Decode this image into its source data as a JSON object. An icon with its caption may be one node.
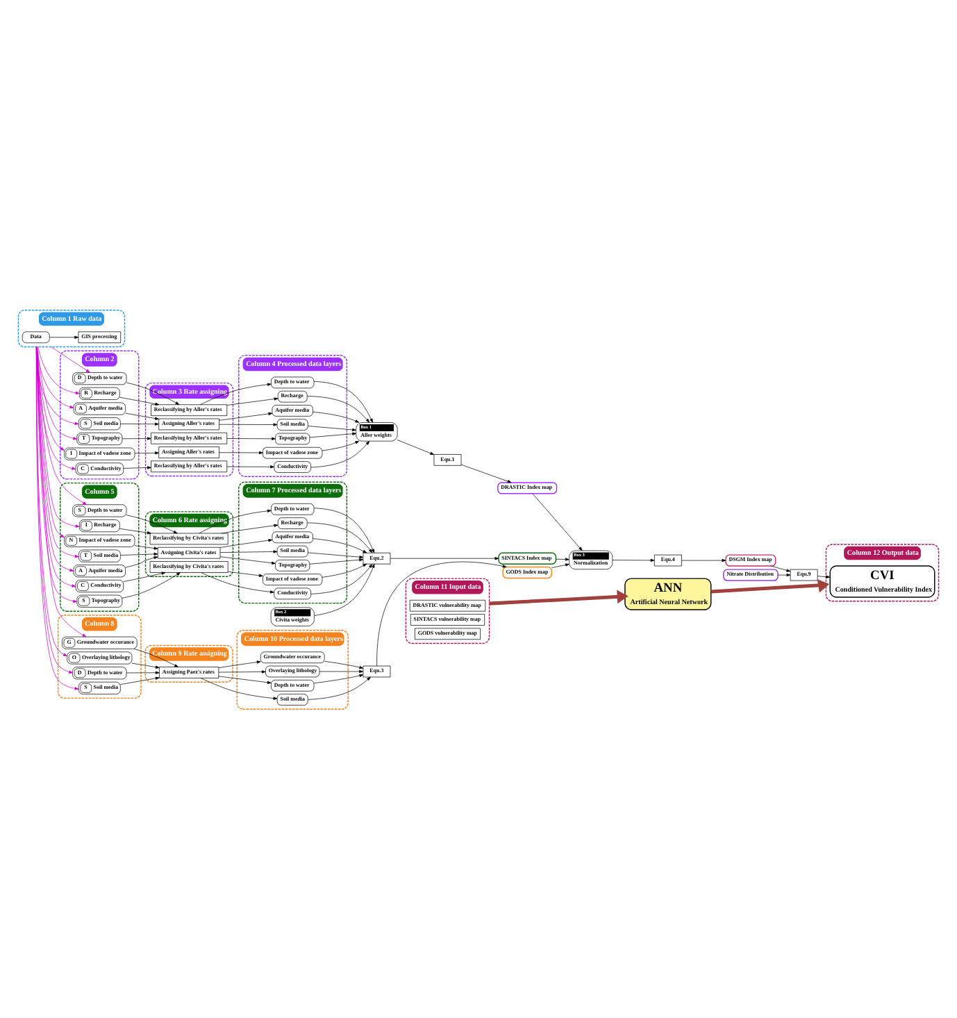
{
  "diagram": {
    "nodes": [
      {
        "text": [
          "Column 1 Raw data"
        ]
      },
      {
        "text": [
          "Data"
        ],
        "in": 0
      },
      {
        "text": [
          "GIS processing"
        ],
        "in": 0
      },
      {
        "text": [
          "Column 2"
        ]
      },
      {
        "text": [
          "D",
          "Depth to water"
        ],
        "in": 3
      },
      {
        "text": [
          "R",
          "Recharge"
        ],
        "in": 3
      },
      {
        "text": [
          "A",
          "Aquifer media"
        ],
        "in": 3
      },
      {
        "text": [
          "S",
          "Soil media"
        ],
        "in": 3
      },
      {
        "text": [
          "T",
          "Topography"
        ],
        "in": 3
      },
      {
        "text": [
          "I",
          "Impact of vadose zone"
        ],
        "in": 3
      },
      {
        "text": [
          "C",
          "Conductivity"
        ],
        "in": 3
      },
      {
        "text": [
          "Column 3 Rate assigning"
        ]
      },
      {
        "text": [
          "Reclassifying by Aller's rates"
        ],
        "in": 11
      },
      {
        "text": [
          "Assigning Aller's rates"
        ],
        "in": 11
      },
      {
        "text": [
          "Reclassifying by Aller's rates"
        ],
        "in": 11
      },
      {
        "text": [
          "Assigning Aller's rates"
        ],
        "in": 11
      },
      {
        "text": [
          "Reclassifying by Aller's rates"
        ],
        "in": 11
      },
      {
        "text": [
          "Column 4 Processed data layers"
        ]
      },
      {
        "text": [
          "Depth to water"
        ],
        "in": 17
      },
      {
        "text": [
          "Recharge"
        ],
        "in": 17
      },
      {
        "text": [
          "Aquifer media"
        ],
        "in": 17
      },
      {
        "text": [
          "Soil media"
        ],
        "in": 17
      },
      {
        "text": [
          "Topography"
        ],
        "in": 17
      },
      {
        "text": [
          "Impact of vadose zone"
        ],
        "in": 17
      },
      {
        "text": [
          "Conductivity"
        ],
        "in": 17
      },
      {
        "text": [
          "Box 1",
          "Aller weights"
        ]
      },
      {
        "text": [
          "Equ.1"
        ]
      },
      {
        "text": [
          "DRASTIC Index map"
        ]
      },
      {
        "text": [
          "Column 5"
        ]
      },
      {
        "text": [
          "S",
          "Depth to water"
        ],
        "in": 28
      },
      {
        "text": [
          "I",
          "Recharge"
        ],
        "in": 28
      },
      {
        "text": [
          "N",
          "Impact of vadose zone"
        ],
        "in": 28
      },
      {
        "text": [
          "T",
          "Soil media"
        ],
        "in": 28
      },
      {
        "text": [
          "A",
          "Aquifer media"
        ],
        "in": 28
      },
      {
        "text": [
          "C",
          "Conductivity"
        ],
        "in": 28
      },
      {
        "text": [
          "S",
          "Topography"
        ],
        "in": 28
      },
      {
        "text": [
          "Column 6 Rate assigning"
        ]
      },
      {
        "text": [
          "Reclassifying by Civita's rates"
        ],
        "in": 36
      },
      {
        "text": [
          "Assigning Civita's rates"
        ],
        "in": 36
      },
      {
        "text": [
          "Reclassifying by Civita's rates"
        ],
        "in": 36
      },
      {
        "text": [
          "Column 7 Processed data layers"
        ]
      },
      {
        "text": [
          "Depth to water"
        ],
        "in": 40
      },
      {
        "text": [
          "Recharge"
        ],
        "in": 40
      },
      {
        "text": [
          "Aquifer media"
        ],
        "in": 40
      },
      {
        "text": [
          "Soil media"
        ],
        "in": 40
      },
      {
        "text": [
          "Topography"
        ],
        "in": 40
      },
      {
        "text": [
          "Impact of vadose zone"
        ],
        "in": 40
      },
      {
        "text": [
          "Conductivity"
        ],
        "in": 40
      },
      {
        "text": [
          "Box 2",
          "Civita weights"
        ]
      },
      {
        "text": [
          "Equ.2"
        ]
      },
      {
        "text": [
          "SINTACS Index map"
        ]
      },
      {
        "text": [
          "Box 3",
          "Normalization"
        ]
      },
      {
        "text": [
          "Equ.4"
        ]
      },
      {
        "text": [
          "DSGM Index map"
        ]
      },
      {
        "text": [
          "Nitrate Distribution"
        ]
      },
      {
        "text": [
          "Equ.9"
        ]
      },
      {
        "text": [
          "Column 8"
        ]
      },
      {
        "text": [
          "G",
          "Groundwater occurance"
        ],
        "in": 56
      },
      {
        "text": [
          "O",
          "Overlaying lithology"
        ],
        "in": 56
      },
      {
        "text": [
          "D",
          "Depth to water"
        ],
        "in": 56
      },
      {
        "text": [
          "S",
          "Soil media"
        ],
        "in": 56
      },
      {
        "text": [
          "Column 9 Rate assigning"
        ]
      },
      {
        "text": [
          "Assigning Paez's rates"
        ],
        "in": 61
      },
      {
        "text": [
          "Column 10 Processed data layers"
        ]
      },
      {
        "text": [
          "Groundwater occurance"
        ],
        "in": 63
      },
      {
        "text": [
          "Overlaying lithology"
        ],
        "in": 63
      },
      {
        "text": [
          "Depth to water"
        ],
        "in": 63
      },
      {
        "text": [
          "Soil media"
        ],
        "in": 63
      },
      {
        "text": [
          "Equ.3"
        ]
      },
      {
        "text": [
          "GODS Index map"
        ]
      },
      {
        "text": [
          "Column 11 Input data"
        ]
      },
      {
        "text": [
          "DRASTIC vulnerability map"
        ],
        "in": 70
      },
      {
        "text": [
          "SINTACS vulnerability map"
        ],
        "in": 70
      },
      {
        "text": [
          "GODS vulnerability map"
        ],
        "in": 70
      },
      {
        "text": [
          "ANN",
          "Artificial Neural Network"
        ]
      },
      {
        "text": [
          "Column 12 Output data"
        ]
      },
      {
        "text": [
          "CVI",
          "Conditioned Vulnerability Index"
        ],
        "in": 75
      }
    ],
    "edges": [
      {
        "from": 1,
        "to": 2,
        "arrow": "to"
      },
      {
        "from": 0,
        "to": 4,
        "arrow": "to",
        "color": "#cc00cc"
      },
      {
        "from": 0,
        "to": 5,
        "arrow": "to",
        "color": "#cc00cc"
      },
      {
        "from": 0,
        "to": 6,
        "arrow": "to",
        "color": "#cc00cc"
      },
      {
        "from": 0,
        "to": 7,
        "arrow": "to",
        "color": "#cc00cc"
      },
      {
        "from": 0,
        "to": 8,
        "arrow": "to",
        "color": "#cc00cc"
      },
      {
        "from": 0,
        "to": 9,
        "arrow": "to",
        "color": "#cc00cc"
      },
      {
        "from": 0,
        "to": 10,
        "arrow": "to",
        "color": "#cc00cc"
      },
      {
        "from": 0,
        "to": 29,
        "arrow": "to",
        "color": "#cc00cc"
      },
      {
        "from": 0,
        "to": 30,
        "arrow": "to",
        "color": "#cc00cc"
      },
      {
        "from": 0,
        "to": 31,
        "arrow": "to",
        "color": "#cc00cc"
      },
      {
        "from": 0,
        "to": 32,
        "arrow": "to",
        "color": "#cc00cc"
      },
      {
        "from": 0,
        "to": 33,
        "arrow": "to",
        "color": "#cc00cc"
      },
      {
        "from": 0,
        "to": 34,
        "arrow": "to",
        "color": "#cc00cc"
      },
      {
        "from": 0,
        "to": 35,
        "arrow": "to",
        "color": "#cc00cc"
      },
      {
        "from": 0,
        "to": 57,
        "arrow": "to",
        "color": "#cc00cc"
      },
      {
        "from": 0,
        "to": 58,
        "arrow": "to",
        "color": "#cc00cc"
      },
      {
        "from": 0,
        "to": 59,
        "arrow": "to",
        "color": "#cc00cc"
      },
      {
        "from": 0,
        "to": 60,
        "arrow": "to",
        "color": "#cc00cc"
      },
      {
        "from": 4,
        "to": 12,
        "arrow": "to"
      },
      {
        "from": 5,
        "to": 12,
        "arrow": "to"
      },
      {
        "from": 6,
        "to": 13,
        "arrow": "to"
      },
      {
        "from": 7,
        "to": 13,
        "arrow": "to"
      },
      {
        "from": 8,
        "to": 14,
        "arrow": "to"
      },
      {
        "from": 9,
        "to": 15,
        "arrow": "to"
      },
      {
        "from": 10,
        "to": 16,
        "arrow": "to"
      },
      {
        "from": 12,
        "to": 18,
        "arrow": "to"
      },
      {
        "from": 12,
        "to": 19,
        "arrow": "to"
      },
      {
        "from": 13,
        "to": 20,
        "arrow": "to"
      },
      {
        "from": 13,
        "to": 21,
        "arrow": "to"
      },
      {
        "from": 14,
        "to": 22,
        "arrow": "to"
      },
      {
        "from": 15,
        "to": 23,
        "arrow": "to"
      },
      {
        "from": 16,
        "to": 24,
        "arrow": "to"
      },
      {
        "from": 18,
        "to": 25,
        "arrow": "to"
      },
      {
        "from": 19,
        "to": 25,
        "arrow": "to"
      },
      {
        "from": 20,
        "to": 25,
        "arrow": "to"
      },
      {
        "from": 21,
        "to": 25,
        "arrow": "to"
      },
      {
        "from": 22,
        "to": 25,
        "arrow": "to"
      },
      {
        "from": 23,
        "to": 25,
        "arrow": "to"
      },
      {
        "from": 24,
        "to": 25,
        "arrow": "to"
      },
      {
        "from": 25,
        "to": 26,
        "arrow": "to"
      },
      {
        "from": 26,
        "to": 27,
        "arrow": "to"
      },
      {
        "from": 27,
        "to": 51,
        "arrow": "to"
      },
      {
        "from": 29,
        "to": 37,
        "arrow": "to"
      },
      {
        "from": 30,
        "to": 37,
        "arrow": "to"
      },
      {
        "from": 31,
        "to": 38,
        "arrow": "to"
      },
      {
        "from": 32,
        "to": 38,
        "arrow": "to"
      },
      {
        "from": 33,
        "to": 38,
        "arrow": "to"
      },
      {
        "from": 34,
        "to": 39,
        "arrow": "to"
      },
      {
        "from": 35,
        "to": 39,
        "arrow": "to"
      },
      {
        "from": 37,
        "to": 41,
        "arrow": "to"
      },
      {
        "from": 37,
        "to": 42,
        "arrow": "to"
      },
      {
        "from": 38,
        "to": 43,
        "arrow": "to"
      },
      {
        "from": 38,
        "to": 44,
        "arrow": "to"
      },
      {
        "from": 38,
        "to": 45,
        "arrow": "to"
      },
      {
        "from": 39,
        "to": 46,
        "arrow": "to"
      },
      {
        "from": 39,
        "to": 47,
        "arrow": "to"
      },
      {
        "from": 41,
        "to": 49,
        "arrow": "to"
      },
      {
        "from": 42,
        "to": 49,
        "arrow": "to"
      },
      {
        "from": 43,
        "to": 49,
        "arrow": "to"
      },
      {
        "from": 44,
        "to": 49,
        "arrow": "to"
      },
      {
        "from": 45,
        "to": 49,
        "arrow": "to"
      },
      {
        "from": 46,
        "to": 49,
        "arrow": "to"
      },
      {
        "from": 47,
        "to": 49,
        "arrow": "to"
      },
      {
        "from": 48,
        "to": 49,
        "arrow": "to"
      },
      {
        "from": 49,
        "to": 50,
        "arrow": "to"
      },
      {
        "from": 50,
        "to": 51,
        "arrow": "to"
      },
      {
        "from": 57,
        "to": 62,
        "arrow": "to"
      },
      {
        "from": 58,
        "to": 62,
        "arrow": "to"
      },
      {
        "from": 59,
        "to": 62,
        "arrow": "to"
      },
      {
        "from": 60,
        "to": 62,
        "arrow": "to"
      },
      {
        "from": 62,
        "to": 64,
        "arrow": "to"
      },
      {
        "from": 62,
        "to": 65,
        "arrow": "to"
      },
      {
        "from": 62,
        "to": 66,
        "arrow": "to"
      },
      {
        "from": 62,
        "to": 67,
        "arrow": "to"
      },
      {
        "from": 64,
        "to": 68,
        "arrow": "to"
      },
      {
        "from": 65,
        "to": 68,
        "arrow": "to"
      },
      {
        "from": 66,
        "to": 68,
        "arrow": "to"
      },
      {
        "from": 67,
        "to": 68,
        "arrow": "to"
      },
      {
        "from": 68,
        "to": 69,
        "arrow": "to"
      },
      {
        "from": 69,
        "to": 51,
        "arrow": "to"
      },
      {
        "from": 51,
        "to": 52,
        "arrow": "to"
      },
      {
        "from": 52,
        "to": 53,
        "arrow": "to"
      },
      {
        "from": 53,
        "to": 55,
        "arrow": "to"
      },
      {
        "from": 54,
        "to": 55,
        "arrow": "to"
      },
      {
        "from": 55,
        "to": 76,
        "arrow": "to"
      },
      {
        "from": 70,
        "to": 74,
        "arrow": "to",
        "style": "thick",
        "color": "#a0413c"
      },
      {
        "from": 74,
        "to": 75,
        "arrow": "to",
        "style": "thick",
        "color": "#a0413c"
      }
    ]
  }
}
